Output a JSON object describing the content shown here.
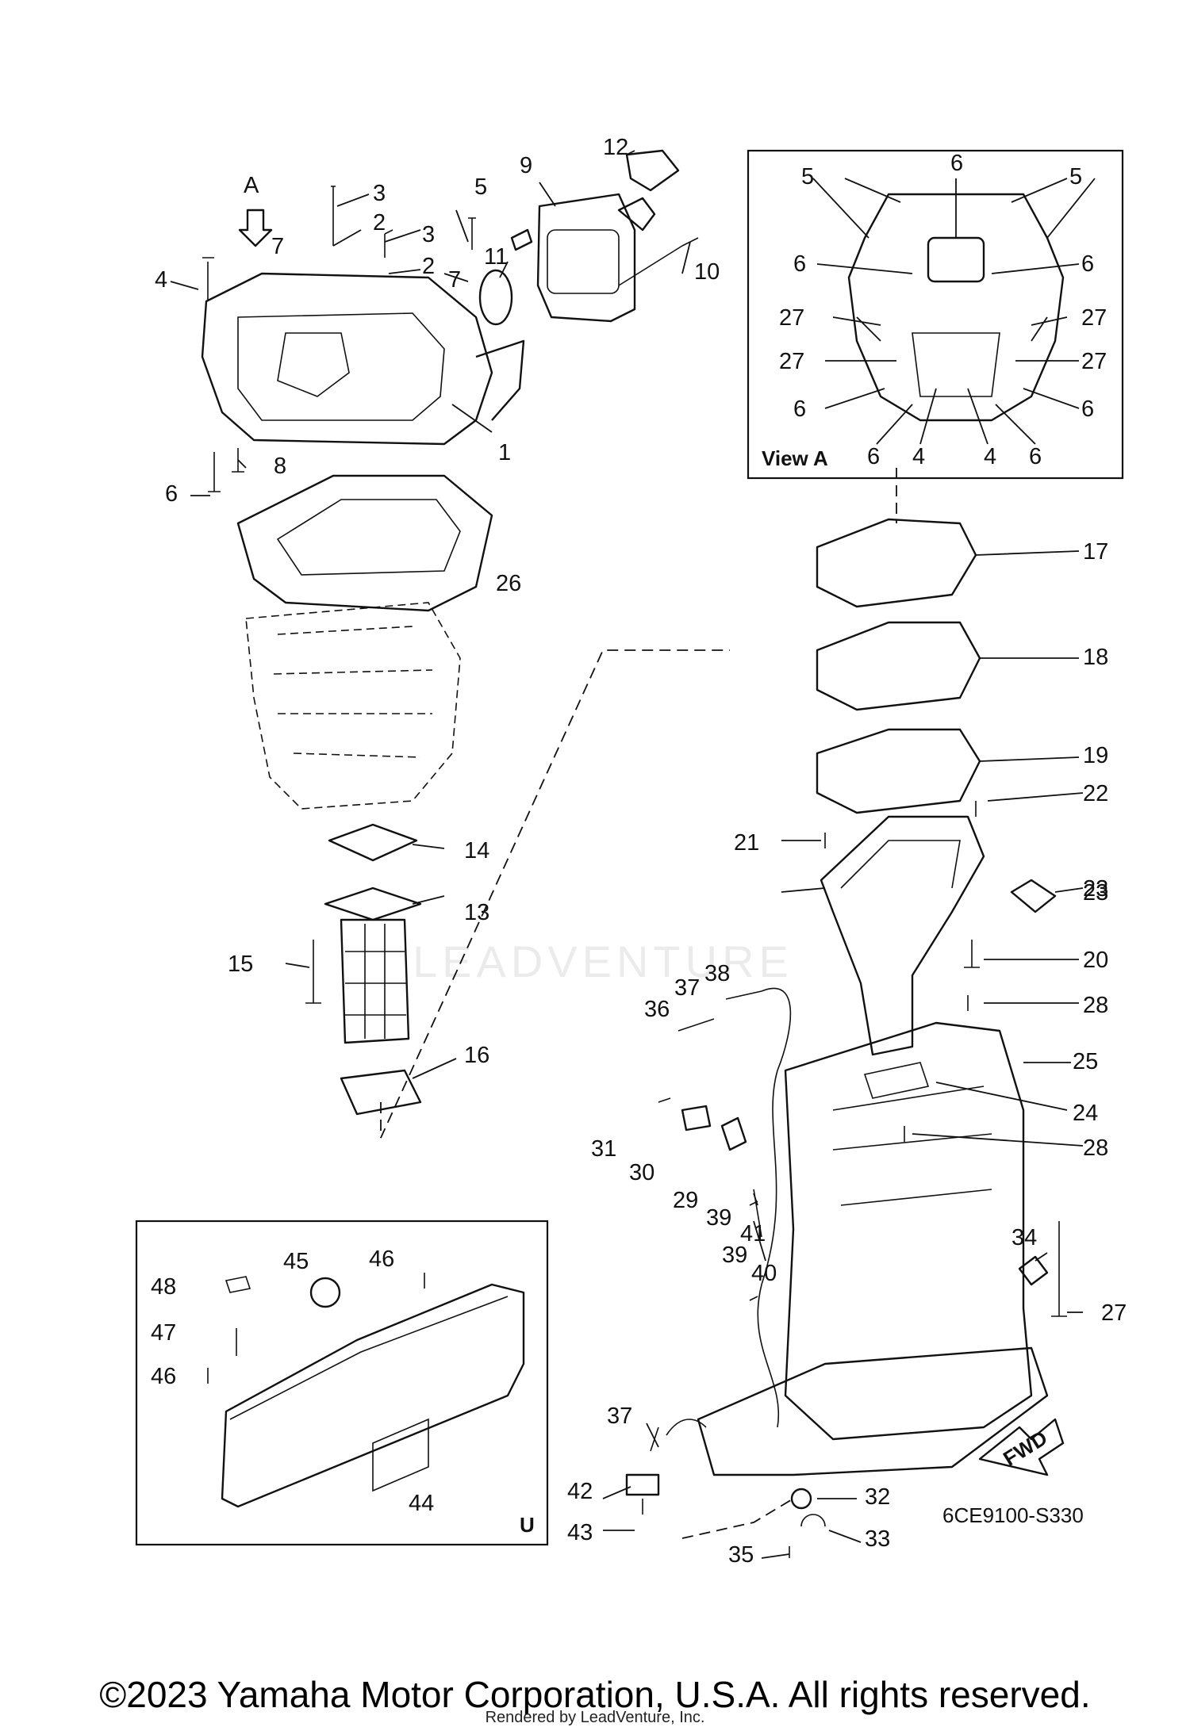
{
  "diagram": {
    "code": "6CE9100-S330",
    "view_a_label": "View A",
    "arrow_label": "A",
    "fwd_label": "FWD",
    "inset_label": "U",
    "callouts": [
      {
        "id": "c1",
        "text": "1"
      },
      {
        "id": "c2a",
        "text": "2"
      },
      {
        "id": "c2b",
        "text": "2"
      },
      {
        "id": "c3a",
        "text": "3"
      },
      {
        "id": "c3b",
        "text": "3"
      },
      {
        "id": "c4",
        "text": "4"
      },
      {
        "id": "c5",
        "text": "5"
      },
      {
        "id": "c6",
        "text": "6"
      },
      {
        "id": "c7a",
        "text": "7"
      },
      {
        "id": "c7b",
        "text": "7"
      },
      {
        "id": "c8",
        "text": "8"
      },
      {
        "id": "c9",
        "text": "9"
      },
      {
        "id": "c10",
        "text": "10"
      },
      {
        "id": "c11",
        "text": "11"
      },
      {
        "id": "c12",
        "text": "12"
      },
      {
        "id": "c13",
        "text": "13"
      },
      {
        "id": "c14",
        "text": "14"
      },
      {
        "id": "c15",
        "text": "15"
      },
      {
        "id": "c16",
        "text": "16"
      },
      {
        "id": "c17",
        "text": "17"
      },
      {
        "id": "c18",
        "text": "18"
      },
      {
        "id": "c19",
        "text": "19"
      },
      {
        "id": "c20",
        "text": "20"
      },
      {
        "id": "c21",
        "text": "21"
      },
      {
        "id": "c22a",
        "text": "22"
      },
      {
        "id": "c22b",
        "text": "22"
      },
      {
        "id": "c23",
        "text": "23"
      },
      {
        "id": "c24",
        "text": "24"
      },
      {
        "id": "c25",
        "text": "25"
      },
      {
        "id": "c26",
        "text": "26"
      },
      {
        "id": "c27",
        "text": "27"
      },
      {
        "id": "c28a",
        "text": "28"
      },
      {
        "id": "c28b",
        "text": "28"
      },
      {
        "id": "c29",
        "text": "29"
      },
      {
        "id": "c30",
        "text": "30"
      },
      {
        "id": "c31",
        "text": "31"
      },
      {
        "id": "c32",
        "text": "32"
      },
      {
        "id": "c33",
        "text": "33"
      },
      {
        "id": "c34",
        "text": "34"
      },
      {
        "id": "c35",
        "text": "35"
      },
      {
        "id": "c36",
        "text": "36"
      },
      {
        "id": "c37a",
        "text": "37"
      },
      {
        "id": "c37b",
        "text": "37"
      },
      {
        "id": "c38",
        "text": "38"
      },
      {
        "id": "c39a",
        "text": "39"
      },
      {
        "id": "c39b",
        "text": "39"
      },
      {
        "id": "c40",
        "text": "40"
      },
      {
        "id": "c41",
        "text": "41"
      },
      {
        "id": "c42",
        "text": "42"
      },
      {
        "id": "c43",
        "text": "43"
      },
      {
        "id": "c44",
        "text": "44"
      },
      {
        "id": "c45",
        "text": "45"
      },
      {
        "id": "c46a",
        "text": "46"
      },
      {
        "id": "c46b",
        "text": "46"
      },
      {
        "id": "c47",
        "text": "47"
      },
      {
        "id": "c48",
        "text": "48"
      }
    ],
    "view_a_callouts": [
      {
        "id": "v5a",
        "text": "5"
      },
      {
        "id": "v6t",
        "text": "6"
      },
      {
        "id": "v5b",
        "text": "5"
      },
      {
        "id": "v6la",
        "text": "6"
      },
      {
        "id": "v6ra",
        "text": "6"
      },
      {
        "id": "v27la",
        "text": "27"
      },
      {
        "id": "v27ra",
        "text": "27"
      },
      {
        "id": "v27lb",
        "text": "27"
      },
      {
        "id": "v27rb",
        "text": "27"
      },
      {
        "id": "v6lb",
        "text": "6"
      },
      {
        "id": "v6rb",
        "text": "6"
      },
      {
        "id": "v6bl",
        "text": "6"
      },
      {
        "id": "v4a",
        "text": "4"
      },
      {
        "id": "v4b",
        "text": "4"
      },
      {
        "id": "v6br",
        "text": "6"
      }
    ]
  },
  "watermark": "LEADVENTURE",
  "copyright": "©2023 Yamaha Motor Corporation, U.S.A. All rights reserved.",
  "footer_mark": "Rendered by LeadVenture, Inc."
}
